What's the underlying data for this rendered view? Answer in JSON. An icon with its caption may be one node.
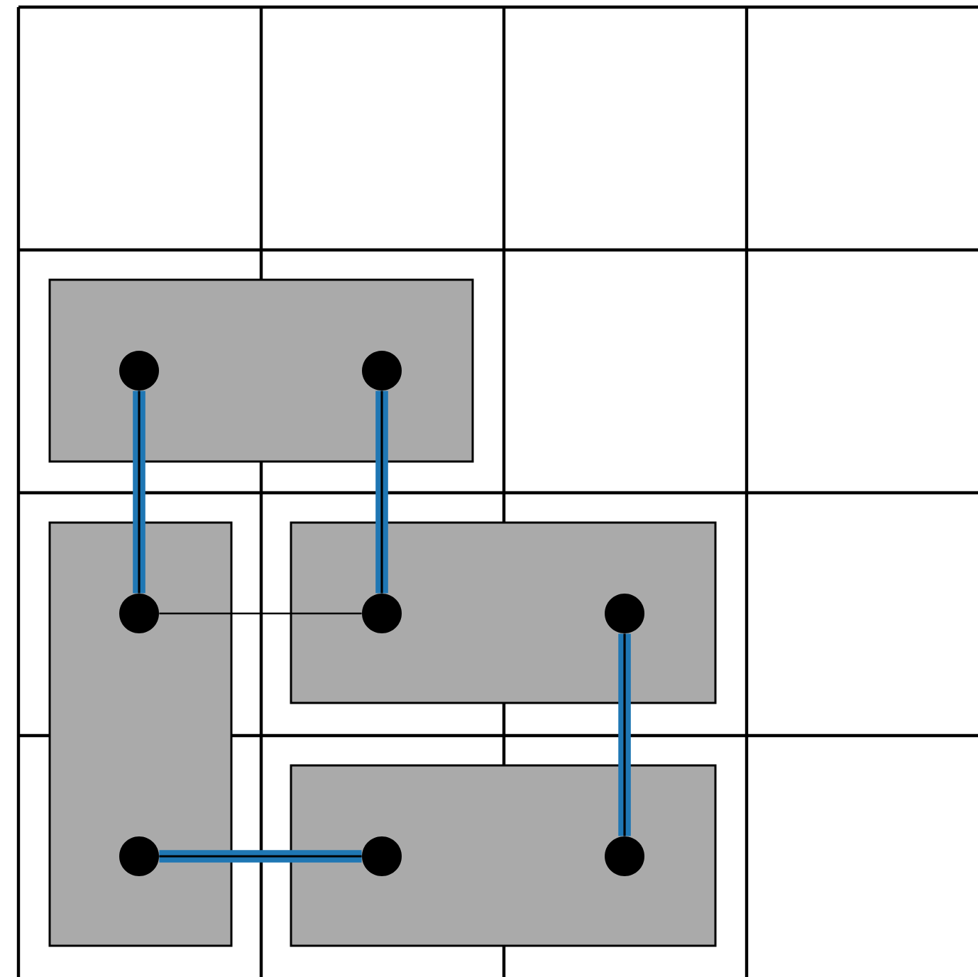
{
  "diagram": {
    "nodes": [
      {
        "text": [],
        "shape": "box"
      },
      {
        "text": [],
        "shape": "circle",
        "in": 0
      },
      {
        "text": [],
        "shape": "circle",
        "in": 0
      },
      {
        "text": [],
        "shape": "box"
      },
      {
        "text": [],
        "shape": "circle",
        "in": 3
      },
      {
        "text": [],
        "shape": "circle",
        "in": 3
      },
      {
        "text": [],
        "shape": "box"
      },
      {
        "text": [],
        "shape": "circle",
        "in": 6
      },
      {
        "text": [],
        "shape": "circle",
        "in": 6
      },
      {
        "text": [],
        "shape": "box"
      },
      {
        "text": [],
        "shape": "circle",
        "in": 9
      },
      {
        "text": [],
        "shape": "circle",
        "in": 9
      }
    ],
    "edges": [
      {
        "from": 1,
        "to": 4,
        "arrow": "none"
      },
      {
        "from": 2,
        "to": 7,
        "arrow": "none"
      },
      {
        "from": 4,
        "to": 7,
        "arrow": "none",
        "color": "#000000"
      },
      {
        "from": 8,
        "to": 11,
        "arrow": "none"
      },
      {
        "from": 5,
        "to": 10,
        "arrow": "none"
      }
    ]
  }
}
